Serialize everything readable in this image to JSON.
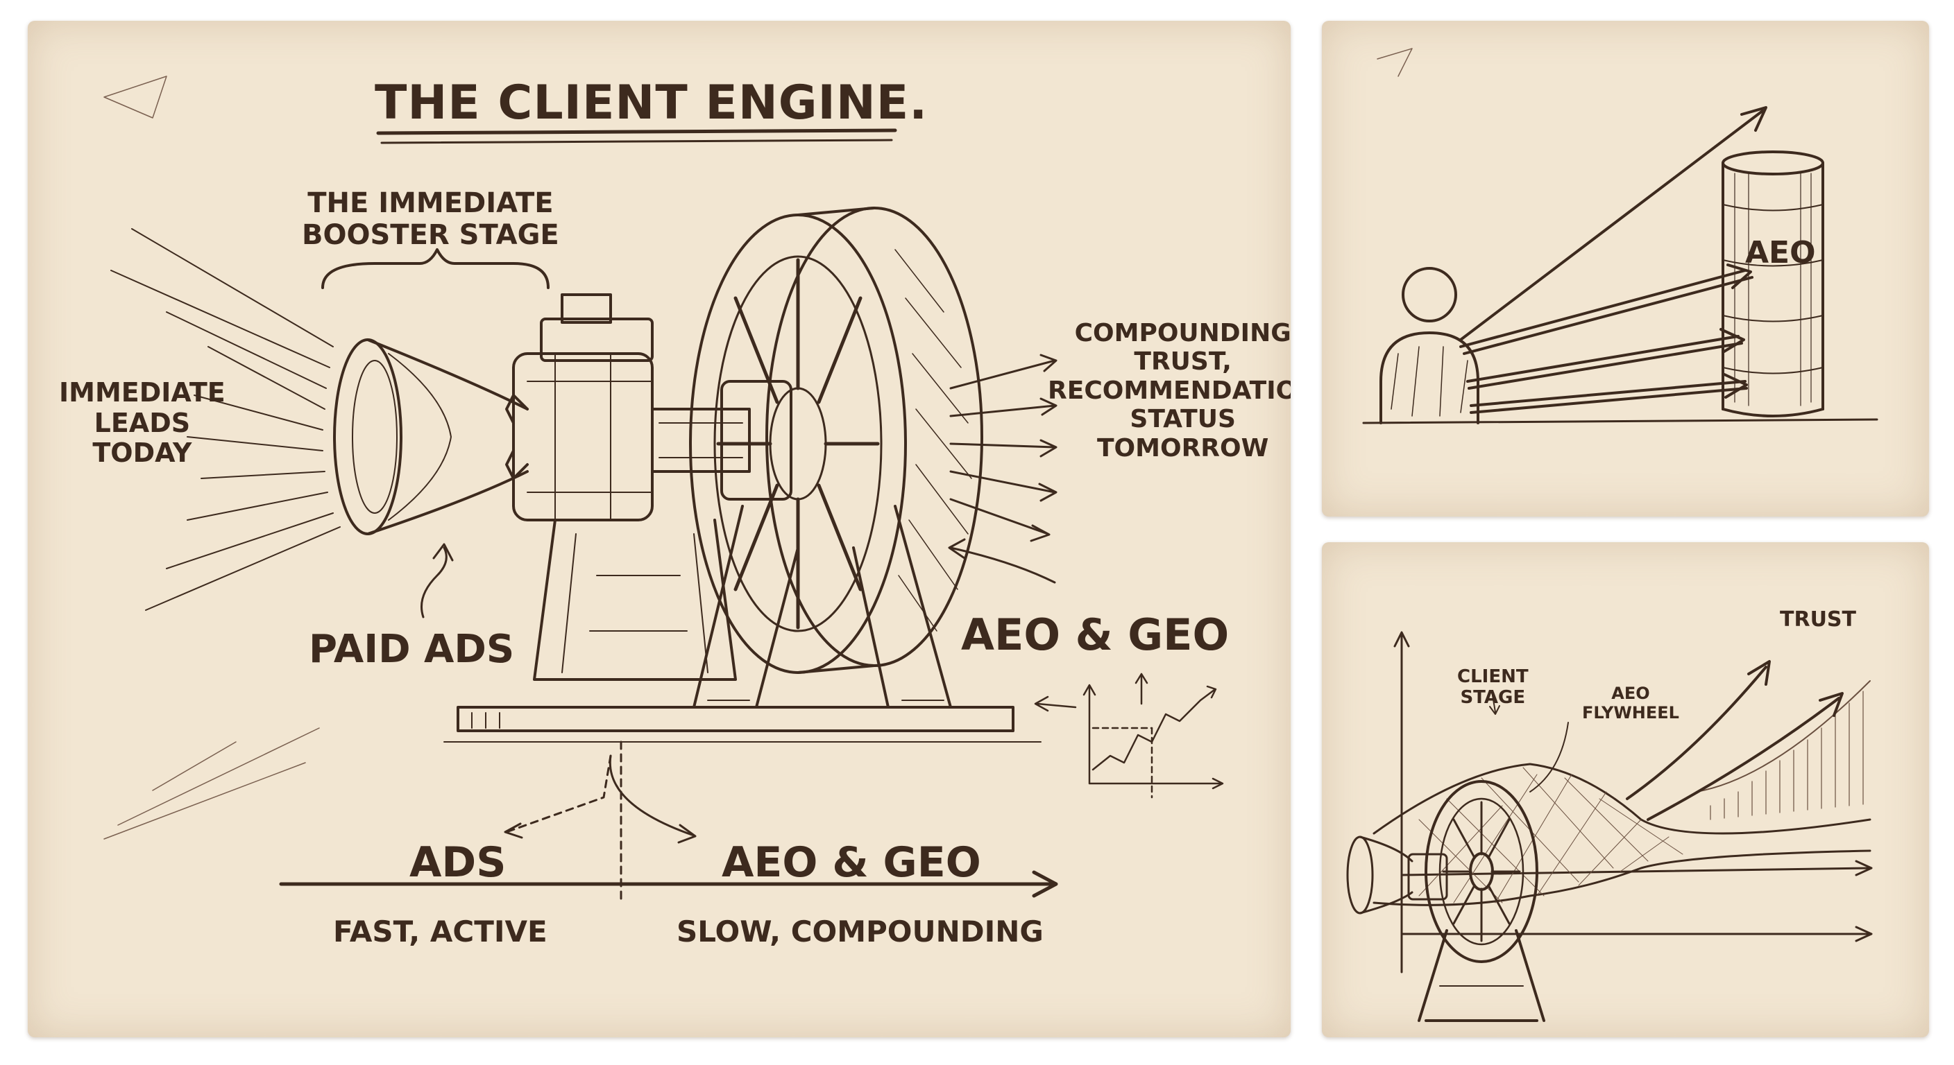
{
  "main_panel": {
    "title": "THE CLIENT ENGINE.",
    "booster_label": [
      "THE IMMEDIATE",
      "BOOSTER STAGE"
    ],
    "left_label": [
      "IMMEDIATE",
      "LEADS",
      "TODAY"
    ],
    "paid_ads_label": "PAID ADS",
    "right_label": [
      "COMPOUNDING",
      "TRUST,",
      "RECOMMENDATION",
      "STATUS",
      "TOMORROW"
    ],
    "aeo_geo_label": "AEO & GEO",
    "timeline": {
      "left_heading": "ADS",
      "right_heading": "AEO & GEO",
      "left_caption": "FAST, ACTIVE",
      "right_caption": "SLOW, COMPOUNDING"
    }
  },
  "top_right_panel": {
    "cylinder_label": "AEO"
  },
  "bottom_right_panel": {
    "client_stage_label": [
      "CLIENT",
      "STAGE"
    ],
    "flywheel_label": [
      "AEO",
      "FLYWHEEL"
    ],
    "trust_label": "TRUST"
  },
  "colors": {
    "paper": "#f2e6d2",
    "ink": "#3d2a1e"
  }
}
